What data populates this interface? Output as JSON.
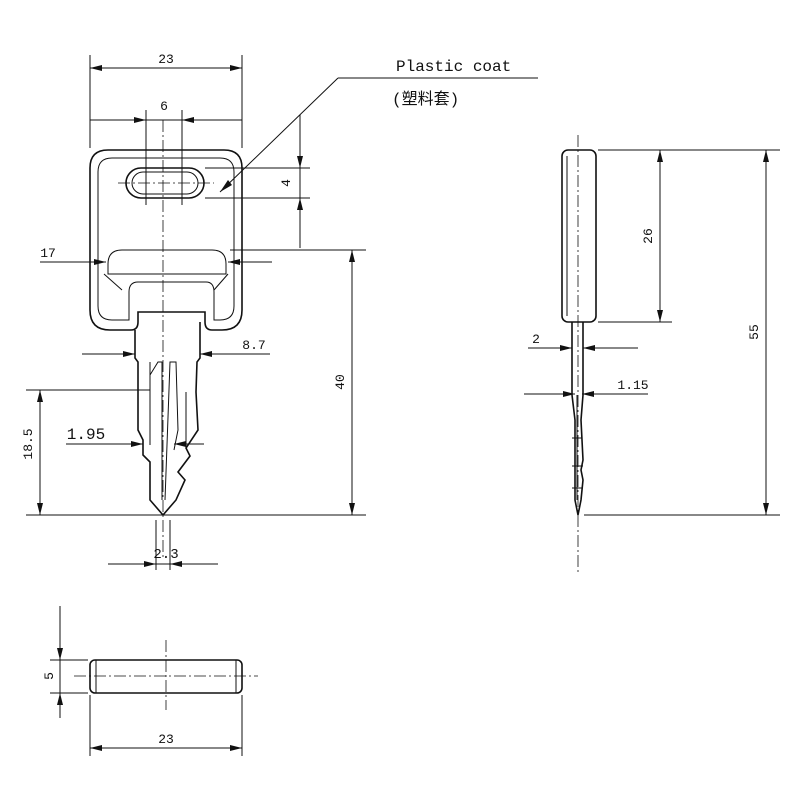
{
  "callout": {
    "label_en": "Plastic coat",
    "label_zh": "(塑料套)"
  },
  "dimensions": {
    "head_width": "23",
    "slot_width": "6",
    "slot_height": "4",
    "inner_width": "17",
    "blade_width": "8.7",
    "length_from_shoulder": "40",
    "cut_depth_length": "18.5",
    "cut_step": "1.95",
    "tip_width": "2.3",
    "head_length_side": "26",
    "total_length_side": "55",
    "blade_thickness": "2",
    "groove_depth": "1.15",
    "bottom_thickness": "5",
    "bottom_width": "23"
  }
}
